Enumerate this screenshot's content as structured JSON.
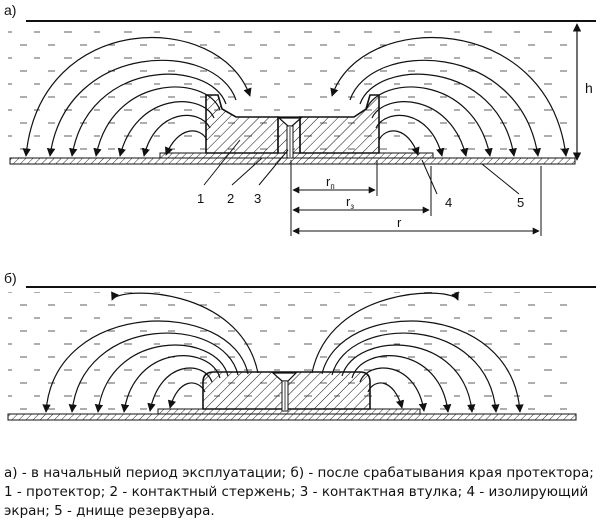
{
  "panel_a": {
    "label": "а)",
    "height_label": "h",
    "radius_labels": {
      "rp": "r",
      "rp_sub": "п",
      "rz": "r",
      "rz_sub": "з",
      "r": "r"
    },
    "part_numbers": [
      "1",
      "2",
      "3",
      "4",
      "5"
    ]
  },
  "panel_b": {
    "label": "б)"
  },
  "caption": {
    "line1": "а) - в начальный период эксплуатации;  б) - после срабатывания края протектора;",
    "line2": "1 - протектор; 2 - контактный стержень; 3 - контактная втулка; 4 - изолирующий",
    "line3": "экран; 5 - днище резервуара."
  },
  "colors": {
    "ink": "#111111",
    "background": "#ffffff"
  }
}
